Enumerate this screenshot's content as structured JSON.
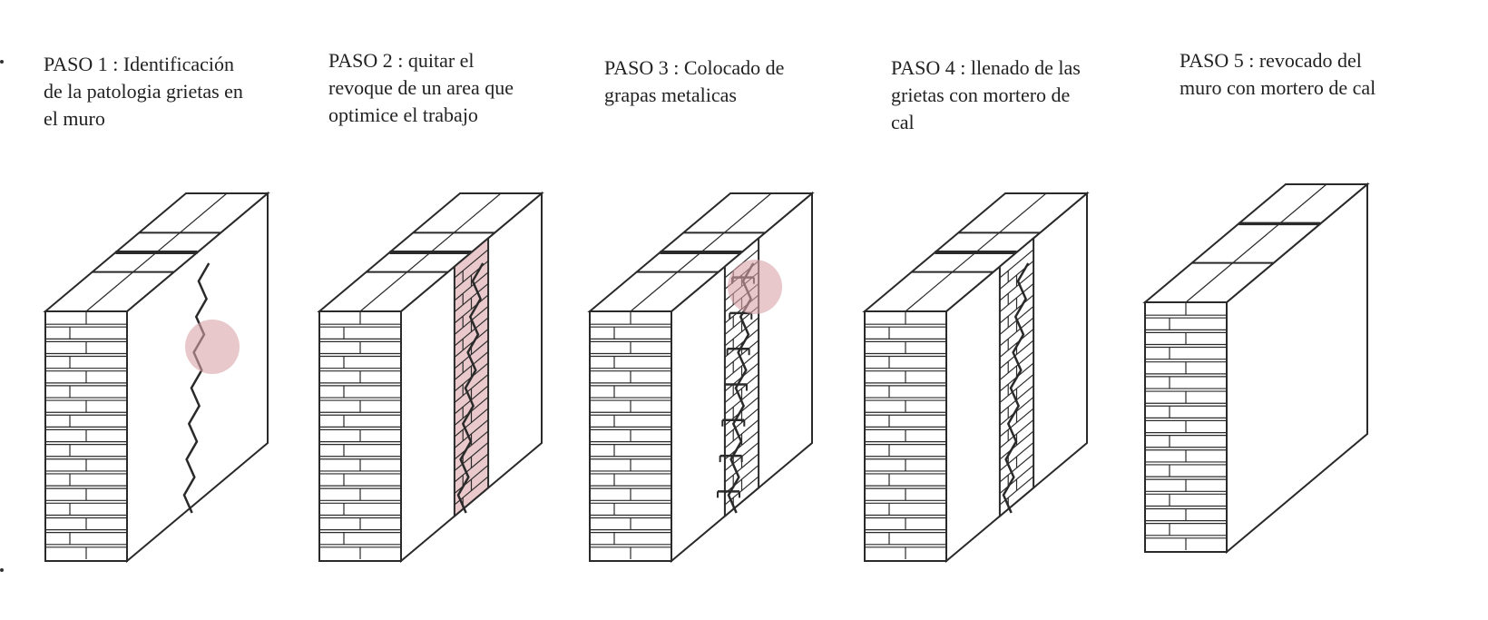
{
  "steps": [
    {
      "label": "PASO 1 : Identificación\nde la patologia grietas en\nel muro"
    },
    {
      "label": "PASO 2 : quitar el\nrevoque de un area  que\noptimice el trabajo"
    },
    {
      "label": "PASO 3 : Colocado de\ngrapas metalicas"
    },
    {
      "label": "PASO 4 : llenado de las\ngrietas con mortero de\ncal"
    },
    {
      "label": "PASO 5 : revocado del\nmuro con mortero de cal"
    }
  ],
  "colors": {
    "line": "#2a2a2a",
    "highlight": "#d8a3a8",
    "highlight_fill": "#e9c9cc",
    "wall": "#ffffff"
  }
}
